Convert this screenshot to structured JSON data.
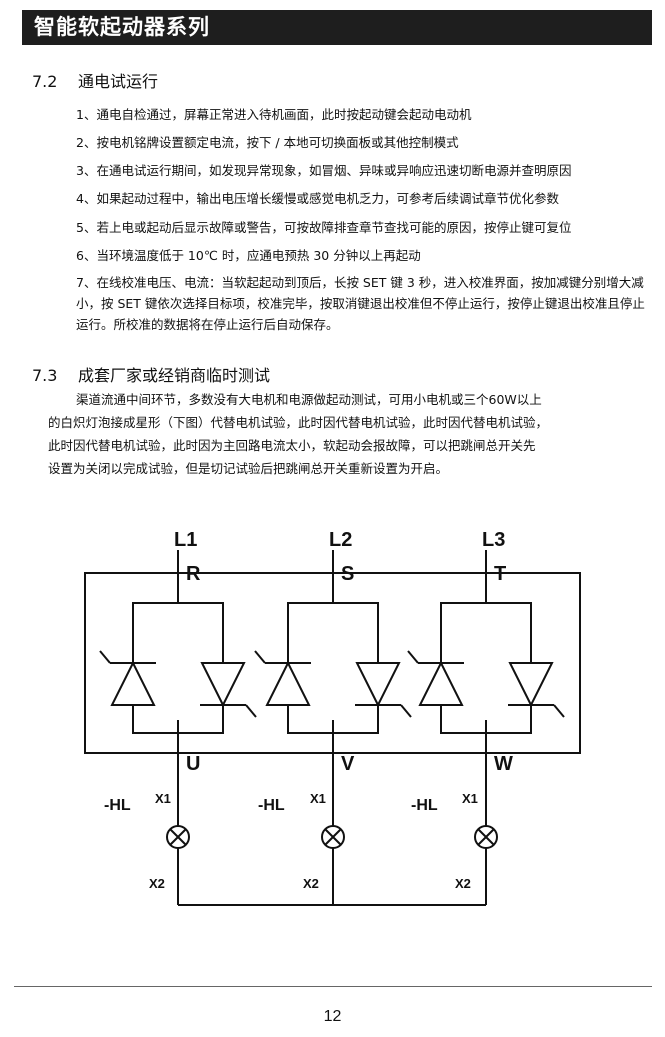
{
  "header": {
    "title": "智能软起动器系列"
  },
  "section_7_2": {
    "number": "7.2",
    "title": "通电试运行",
    "items": [
      "1、通电自检通过，屏幕正常进入待机画面，此时按起动键会起动电动机",
      "2、按电机铭牌设置额定电流，按下 / 本地可切换面板或其他控制模式",
      "3、在通电试运行期间，如发现异常现象，如冒烟、异味或异响应迅速切断电源并查明原因",
      "4、如果起动过程中，输出电压增长缓慢或感觉电机乏力，可参考后续调试章节优化参数",
      "5、若上电或起动后显示故障或警告，可按故障排查章节查找可能的原因，按停止键可复位",
      "6、当环境温度低于 10℃ 时，应通电预热 30 分钟以上再起动",
      "7、在线校准电压、电流：当软起起动到顶后，长按 SET 键 3 秒，进入校准界面，按加减键分别增大减小，按 SET 键依次选择目标项，校准完毕，按取消键退出校准但不停止运行，按停止键退出校准且停止运行。所校准的数据将在停止运行后自动保存。"
    ]
  },
  "section_7_3": {
    "number": "7.3",
    "title": "成套厂家或经销商临时测试",
    "lines": [
      "渠道流通中间环节，多数没有大电机和电源做起动测试，可用小电机或三个60W以上",
      "的白炽灯泡接成星形（下图）代替电机试验，此时因代替电机试验，此时因代替电机试验，",
      "此时因代替电机试验，此时因为主回路电流太小，软起动会报故障，可以把跳闸总开关先",
      "设置为关闭以完成试验，但是切记试验后把跳闸总开关重新设置为开启。"
    ]
  },
  "diagram": {
    "phases": [
      {
        "line": "L1",
        "input": "R",
        "output": "U"
      },
      {
        "line": "L2",
        "input": "S",
        "output": "V"
      },
      {
        "line": "L3",
        "input": "T",
        "output": "W"
      }
    ],
    "lamp_label": "-HL",
    "terminal_top": "X1",
    "terminal_bottom": "X2"
  },
  "footer": {
    "page_number": "12"
  }
}
